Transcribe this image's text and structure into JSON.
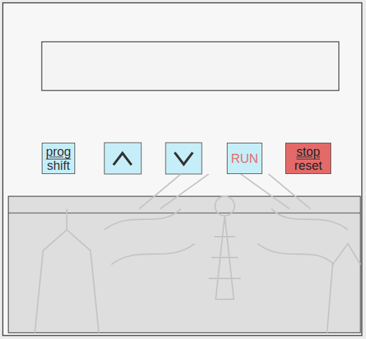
{
  "diagram": {
    "nodes": [
      {
        "text": [
          "prog",
          "shift"
        ]
      },
      {
        "text": [
          "RUN"
        ]
      },
      {
        "text": [
          "stop",
          "reset"
        ]
      }
    ]
  }
}
